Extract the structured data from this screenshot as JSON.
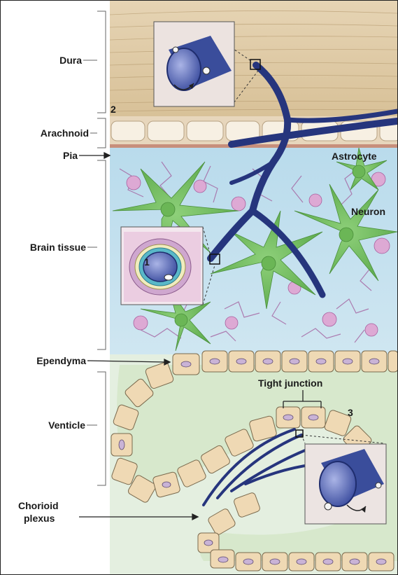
{
  "labels": {
    "dura": "Dura",
    "arachnoid": "Arachnoid",
    "pia": "Pia",
    "brain_tissue": "Brain tissue",
    "ependyma": "Ependyma",
    "venticle": "Venticle",
    "chorioid_line1": "Chorioid",
    "chorioid_line2": "plexus",
    "astrocyte": "Astrocyte",
    "neuron": "Neuron",
    "tight_junction": "Tight junction",
    "marker_1": "1",
    "marker_2": "2",
    "marker_3": "3"
  },
  "colors": {
    "dura": "#e2cfae",
    "arachnoid_cell": "#f6efe2",
    "brain_bg": "#c4e0ee",
    "astrocyte": "#7cc066",
    "neuron_pink": "#dba6d2",
    "vessel": "#26357d",
    "ventricle": "#dcebd3",
    "ependyma_cell": "#efd9b4"
  }
}
